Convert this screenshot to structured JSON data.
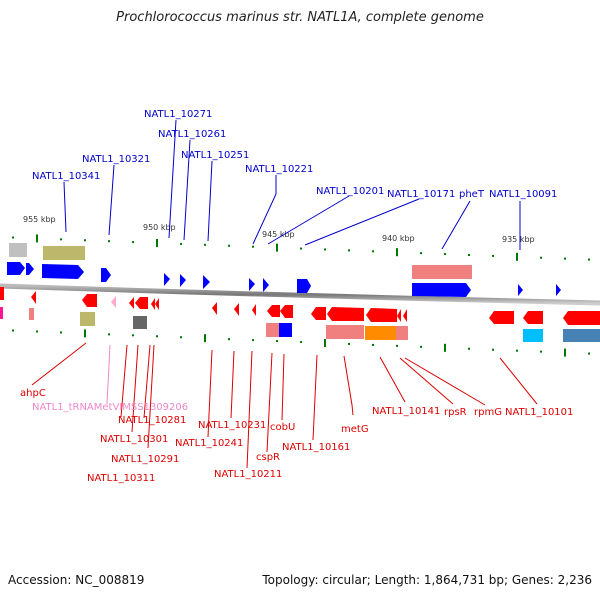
{
  "title": "Prochlorococcus marinus str. NATL1A, complete genome",
  "footer": {
    "accession": "Accession: NC_008819",
    "summary": "Topology: circular; Length: 1,864,731 bp; Genes: 2,236"
  },
  "colors": {
    "forward_label": "#0000cc",
    "reverse_label": "#dd0000",
    "trna_label": "#ee88cc",
    "forward_gene": "#0000ff",
    "reverse_gene": "#ff0000",
    "backbone": "#888888",
    "tick": "#007700"
  },
  "scale_ticks": [
    {
      "label": "955 kbp"
    },
    {
      "label": "950 kbp"
    },
    {
      "label": "945 kbp"
    },
    {
      "label": "940 kbp"
    },
    {
      "label": "935 kbp"
    }
  ],
  "forward_labels": [
    {
      "name": "NATL1_10341"
    },
    {
      "name": "NATL1_10321"
    },
    {
      "name": "NATL1_10271"
    },
    {
      "name": "NATL1_10261"
    },
    {
      "name": "NATL1_10251"
    },
    {
      "name": "NATL1_10221"
    },
    {
      "name": "NATL1_10201"
    },
    {
      "name": "NATL1_10171"
    },
    {
      "name": "pheT"
    },
    {
      "name": "NATL1_10091"
    }
  ],
  "reverse_labels": [
    {
      "name": "ahpC"
    },
    {
      "name": "NATL1_tRNAMetVIMSS1309206"
    },
    {
      "name": "NATL1_10281"
    },
    {
      "name": "NATL1_10301"
    },
    {
      "name": "NATL1_10291"
    },
    {
      "name": "NATL1_10311"
    },
    {
      "name": "NATL1_10231"
    },
    {
      "name": "NATL1_10241"
    },
    {
      "name": "NATL1_10211"
    },
    {
      "name": "cspR"
    },
    {
      "name": "cobU"
    },
    {
      "name": "NATL1_10161"
    },
    {
      "name": "metG"
    },
    {
      "name": "NATL1_10141"
    },
    {
      "name": "rpsR"
    },
    {
      "name": "rpmG"
    },
    {
      "name": "NATL1_10101"
    }
  ]
}
